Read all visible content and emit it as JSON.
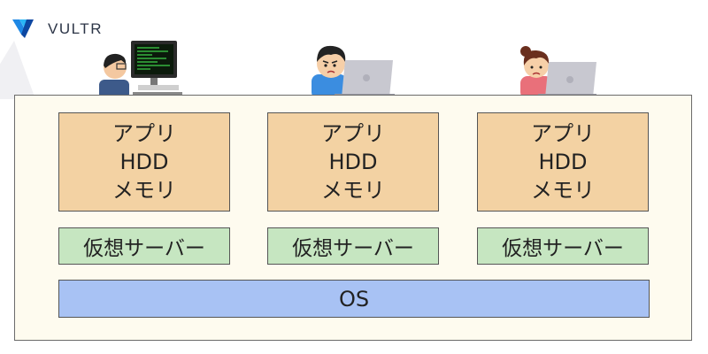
{
  "logo": {
    "text": "VULTR",
    "icon": "vultr-logo-icon",
    "color": "#2d6ef7"
  },
  "columns": [
    {
      "app": "アプリ",
      "hdd": "HDD",
      "memory": "メモリ",
      "vm": "仮想サーバー",
      "user_icon": "programmer-at-desktop-icon"
    },
    {
      "app": "アプリ",
      "hdd": "HDD",
      "memory": "メモリ",
      "vm": "仮想サーバー",
      "user_icon": "boy-at-laptop-icon"
    },
    {
      "app": "アプリ",
      "hdd": "HDD",
      "memory": "メモリ",
      "vm": "仮想サーバー",
      "user_icon": "girl-at-laptop-icon"
    }
  ],
  "os": "OS",
  "colors": {
    "app": "#f3d2a3",
    "vm": "#c6e6c1",
    "os": "#a8c2f4",
    "server": "#fefbef"
  }
}
